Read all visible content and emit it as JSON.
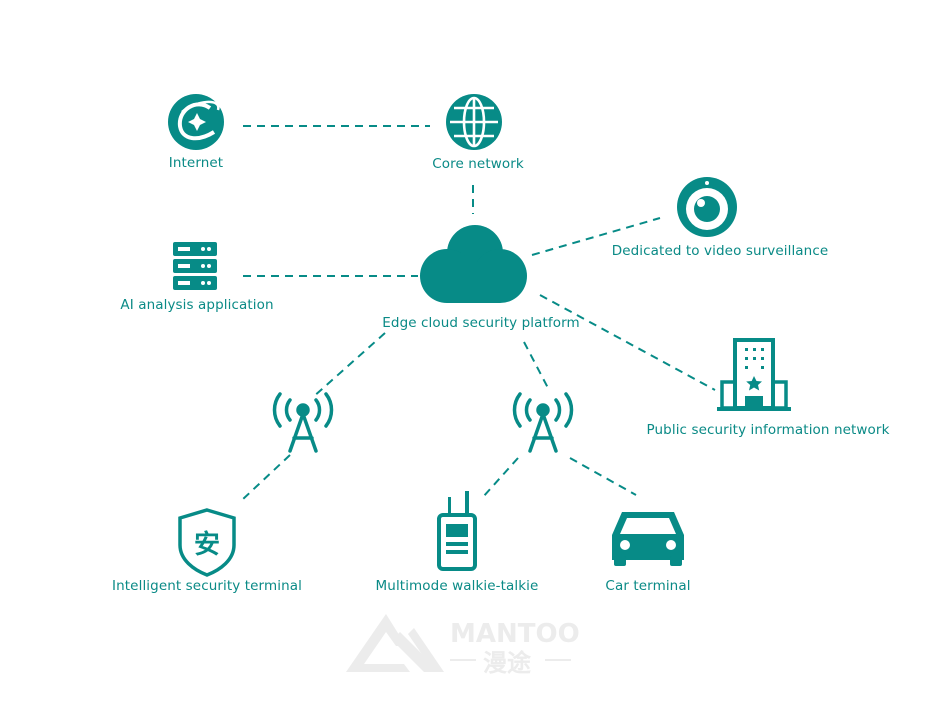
{
  "colors": {
    "accent": "#078b87",
    "watermark": "#ececec"
  },
  "nodes": {
    "internet": {
      "label": "Internet",
      "icon": "internet-explorer-icon"
    },
    "core_network": {
      "label": "Core network",
      "icon": "globe-icon"
    },
    "video": {
      "label": "Dedicated to video surveillance",
      "icon": "camera-icon"
    },
    "ai": {
      "label": "AI analysis application",
      "icon": "server-icon"
    },
    "edge": {
      "label": "Edge cloud security platform",
      "icon": "cloud-icon"
    },
    "public_security": {
      "label": "Public security information network",
      "icon": "building-icon"
    },
    "terminal": {
      "label": "Intelligent security terminal",
      "icon": "shield-icon",
      "glyph": "安"
    },
    "walkie": {
      "label": "Multimode walkie-talkie",
      "icon": "walkie-talkie-icon"
    },
    "car": {
      "label": "Car terminal",
      "icon": "car-icon"
    }
  },
  "watermark": {
    "brand": "MANTOO",
    "chinese": "漫途"
  }
}
